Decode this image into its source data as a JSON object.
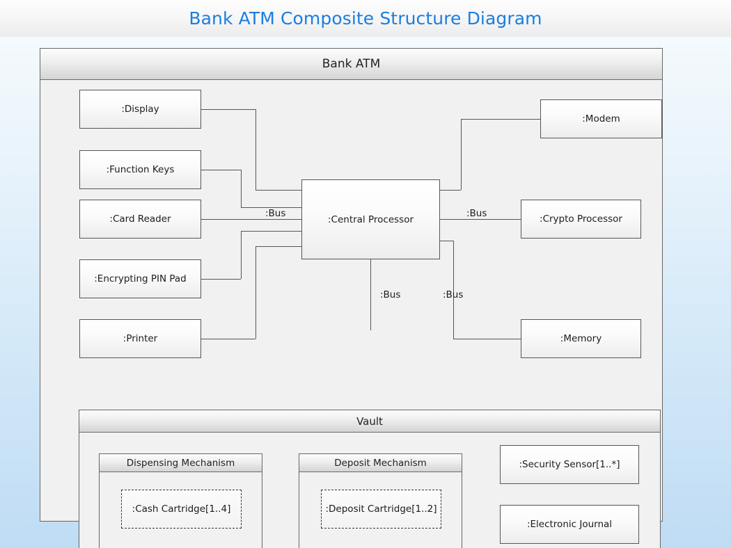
{
  "title": "Bank ATM Composite Structure Diagram",
  "diagram": {
    "root": {
      "name": "bank-atm",
      "label": "Bank ATM"
    },
    "left_parts": [
      {
        "key": "display",
        "label": ":Display"
      },
      {
        "key": "function-keys",
        "label": ":Function Keys"
      },
      {
        "key": "card-reader",
        "label": ":Card Reader"
      },
      {
        "key": "pin-pad",
        "label": ":Encrypting PIN Pad"
      },
      {
        "key": "printer",
        "label": ":Printer"
      }
    ],
    "center_part": {
      "key": "central-processor",
      "label": ":Central Processor"
    },
    "right_parts": [
      {
        "key": "modem",
        "label": ":Modem"
      },
      {
        "key": "crypto-processor",
        "label": ":Crypto Processor"
      },
      {
        "key": "memory",
        "label": ":Memory"
      }
    ],
    "vault": {
      "label": "Vault",
      "dispensing": {
        "label": "Dispensing Mechanism",
        "part": ":Cash Cartridge[1..4]"
      },
      "deposit": {
        "label": "Deposit Mechanism",
        "part": ":Deposit Cartridge[1..2]"
      },
      "parts": [
        {
          "key": "security-sensor",
          "label": ":Security Sensor[1..*]"
        },
        {
          "key": "electronic-journal",
          "label": ":Electronic Journal"
        }
      ]
    },
    "connector_labels": {
      "bus_left": ":Bus",
      "bus_right": ":Bus",
      "bus_bottom_left": ":Bus",
      "bus_bottom_right": ":Bus"
    }
  },
  "colors": {
    "title_text": "#1a7ee0",
    "page_background_top": "#ffffff",
    "page_background_bottom": "#bfdcf4",
    "frame_border": "#666666",
    "box_border": "#555555",
    "connector": "#555555"
  }
}
